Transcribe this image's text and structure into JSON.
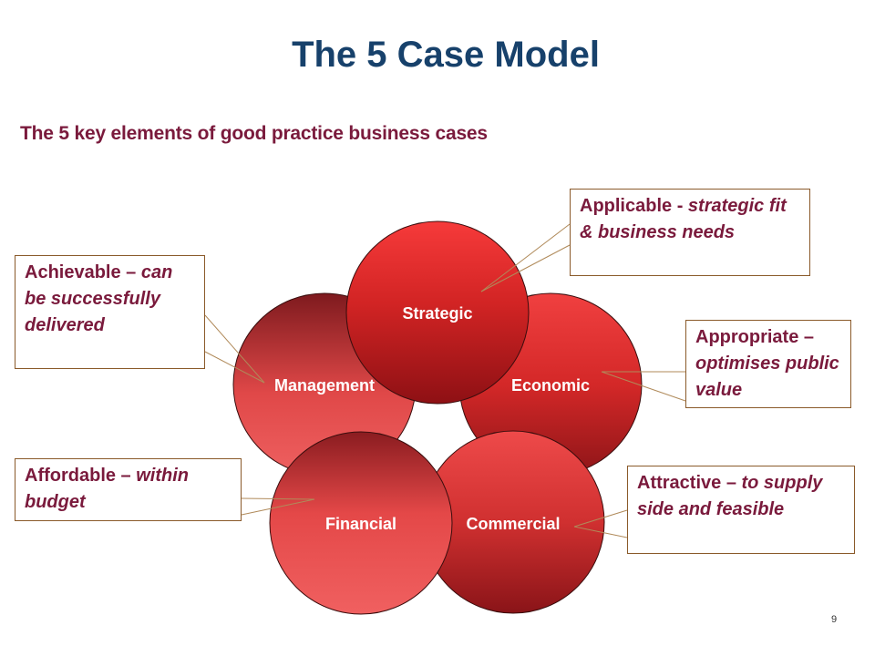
{
  "title": "The 5 Case Model",
  "subtitle": "The 5 key elements of good practice business cases",
  "page_number": "9",
  "colors": {
    "title": "#17416b",
    "text": "#7a1a3c",
    "circle_light": "#e04040",
    "circle_dark": "#8e1518",
    "callout_border": "#8a5a2a"
  },
  "circles": {
    "strategic": "Strategic",
    "management": "Management",
    "economic": "Economic",
    "financial": "Financial",
    "commercial": "Commercial"
  },
  "callouts": {
    "applicable": {
      "lead": "Applicable  -",
      "desc": "strategic fit & business needs"
    },
    "achievable": {
      "lead": "Achievable –",
      "desc": "can be successfully delivered"
    },
    "appropriate": {
      "lead": "Appropriate –",
      "desc": "optimises public value"
    },
    "affordable": {
      "lead": "Affordable –",
      "desc": "within budget"
    },
    "attractive": {
      "lead": "Attractive –",
      "desc": "to supply side and feasible"
    }
  }
}
